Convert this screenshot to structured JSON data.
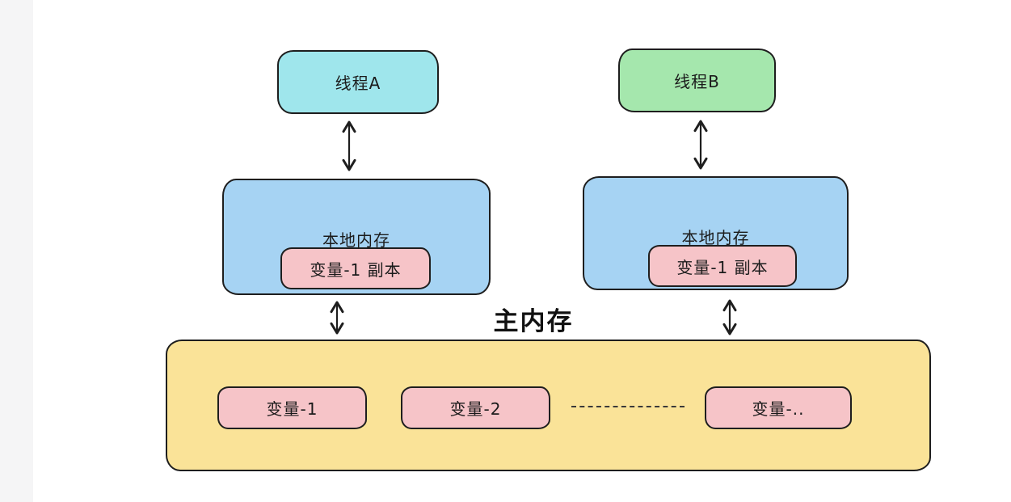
{
  "page": {
    "background": "#ffffff",
    "left_strip_color": "#f5f5f6"
  },
  "diagram": {
    "main_memory_title": "主内存",
    "threads": [
      {
        "label": "线程A",
        "fill": "#9fe6ec"
      },
      {
        "label": "线程B",
        "fill": "#a5e7ad"
      }
    ],
    "local_memories": [
      {
        "label": "本地内存",
        "variable_copy": "变量-1 副本"
      },
      {
        "label": "本地内存",
        "variable_copy": "变量-1 副本"
      }
    ],
    "main_memory": {
      "variables": [
        "变量-1",
        "变量-2",
        "变量-.."
      ]
    },
    "connections": [
      {
        "from": "thread-a",
        "to": "local-memory-a",
        "style": "double-arrow"
      },
      {
        "from": "thread-b",
        "to": "local-memory-b",
        "style": "double-arrow"
      },
      {
        "from": "local-memory-a",
        "to": "main-memory",
        "style": "double-arrow"
      },
      {
        "from": "local-memory-b",
        "to": "main-memory",
        "style": "double-arrow"
      }
    ],
    "colors": {
      "local_memory_fill": "#a6d3f3",
      "variable_fill": "#f6c4c8",
      "main_memory_fill": "#fae398",
      "border": "#1e1e1e",
      "text": "#1b1b1b"
    }
  }
}
